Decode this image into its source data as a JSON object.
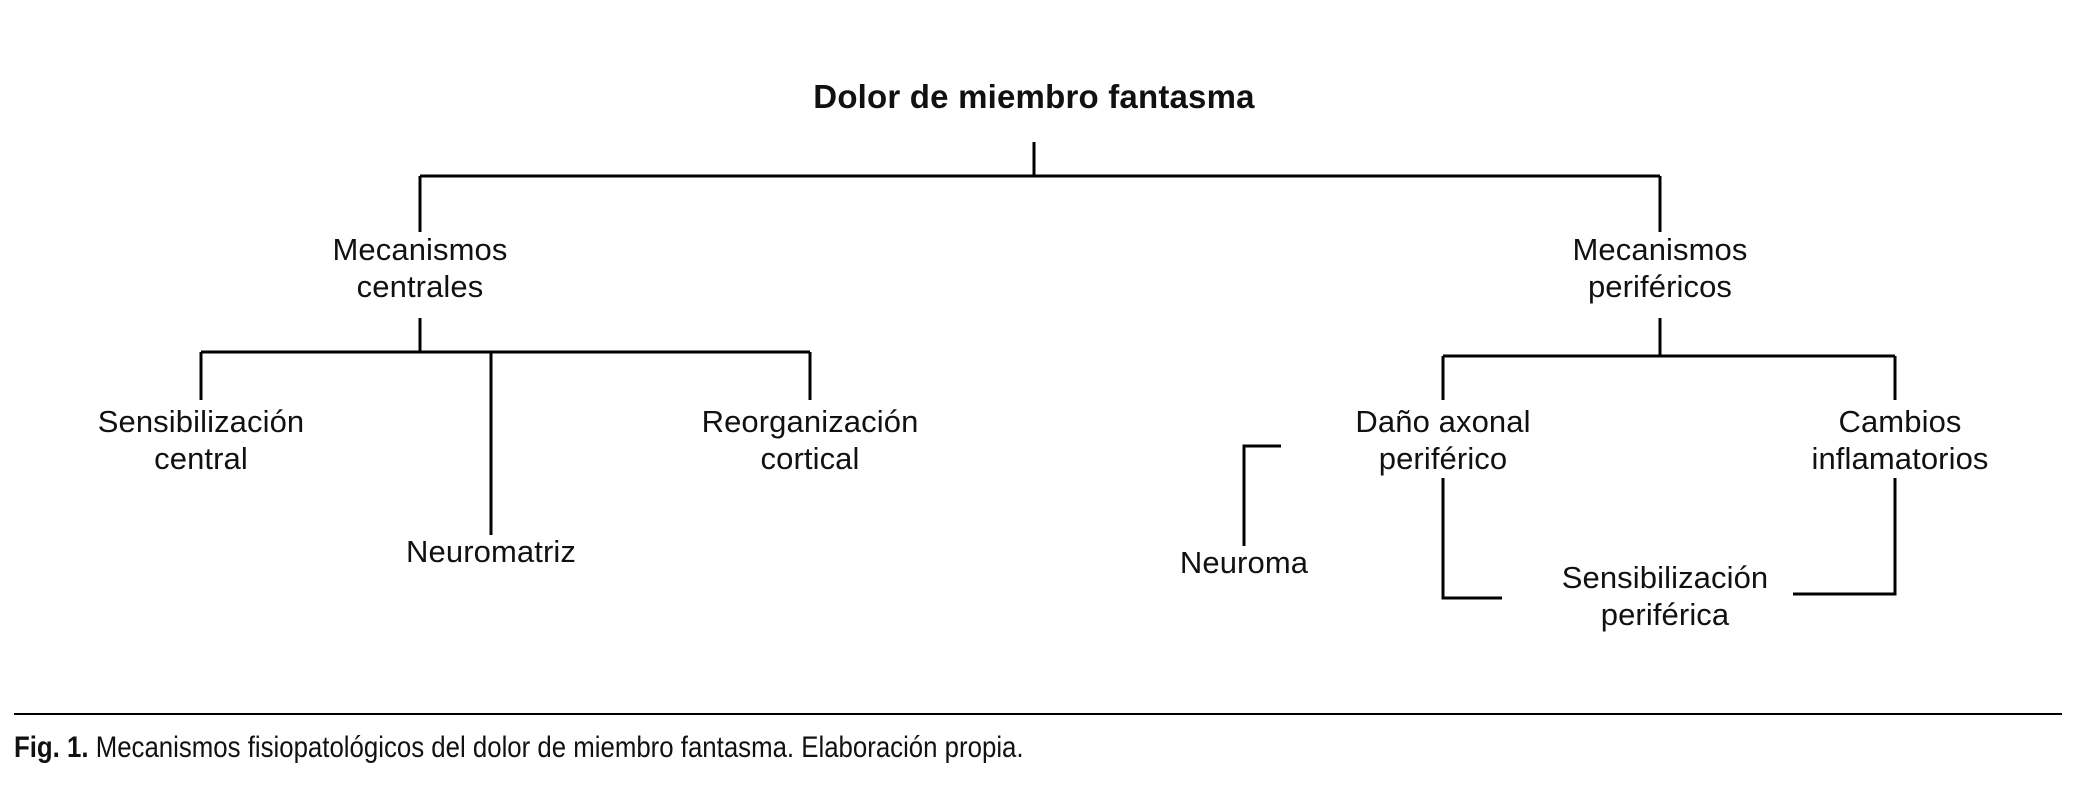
{
  "figure": {
    "title": "Dolor de miembro fantasma",
    "caption_label": "Fig. 1.",
    "caption_text": " Mecanismos fisiopatológicos del dolor de miembro fantasma. Elaboración propia.",
    "line_color": "#000000",
    "text_color": "#111111",
    "background_color": "#ffffff"
  },
  "nodes": {
    "root": "Dolor de miembro fantasma",
    "central_branch": "Mecanismos\ncentrales",
    "peripheral_branch": "Mecanismos\nperiféricos",
    "central_sensitization": "Sensibilización\ncentral",
    "neuromatrix": "Neuromatriz",
    "cortical_reorganization": "Reorganización\ncortical",
    "axonal_damage": "Daño axonal\nperiférico",
    "neuroma": "Neuroma",
    "peripheral_sensitization": "Sensibilización\nperiférica",
    "inflammatory_changes": "Cambios\ninflamatorios"
  },
  "chart_data": {
    "type": "diagram",
    "title": "Dolor de miembro fantasma",
    "caption": "Fig. 1. Mecanismos fisiopatológicos del dolor de miembro fantasma. Elaboración propia.",
    "layout": "tree",
    "levels": [
      [
        "Dolor de miembro fantasma"
      ],
      [
        "Mecanismos centrales",
        "Mecanismos periféricos"
      ],
      [
        "Sensibilización central",
        "Neuromatriz",
        "Reorganización cortical",
        "Daño axonal periférico",
        "Cambios inflamatorios"
      ],
      [
        "Neuroma",
        "Sensibilización periférica"
      ]
    ],
    "edges": [
      {
        "from": "Dolor de miembro fantasma",
        "to": "Mecanismos centrales"
      },
      {
        "from": "Dolor de miembro fantasma",
        "to": "Mecanismos periféricos"
      },
      {
        "from": "Mecanismos centrales",
        "to": "Sensibilización central"
      },
      {
        "from": "Mecanismos centrales",
        "to": "Neuromatriz"
      },
      {
        "from": "Mecanismos centrales",
        "to": "Reorganización cortical"
      },
      {
        "from": "Mecanismos periféricos",
        "to": "Daño axonal periférico"
      },
      {
        "from": "Mecanismos periféricos",
        "to": "Cambios inflamatorios"
      },
      {
        "from": "Daño axonal periférico",
        "to": "Neuroma"
      },
      {
        "from": "Daño axonal periférico",
        "to": "Sensibilización periférica"
      },
      {
        "from": "Cambios inflamatorios",
        "to": "Sensibilización periférica"
      }
    ]
  }
}
